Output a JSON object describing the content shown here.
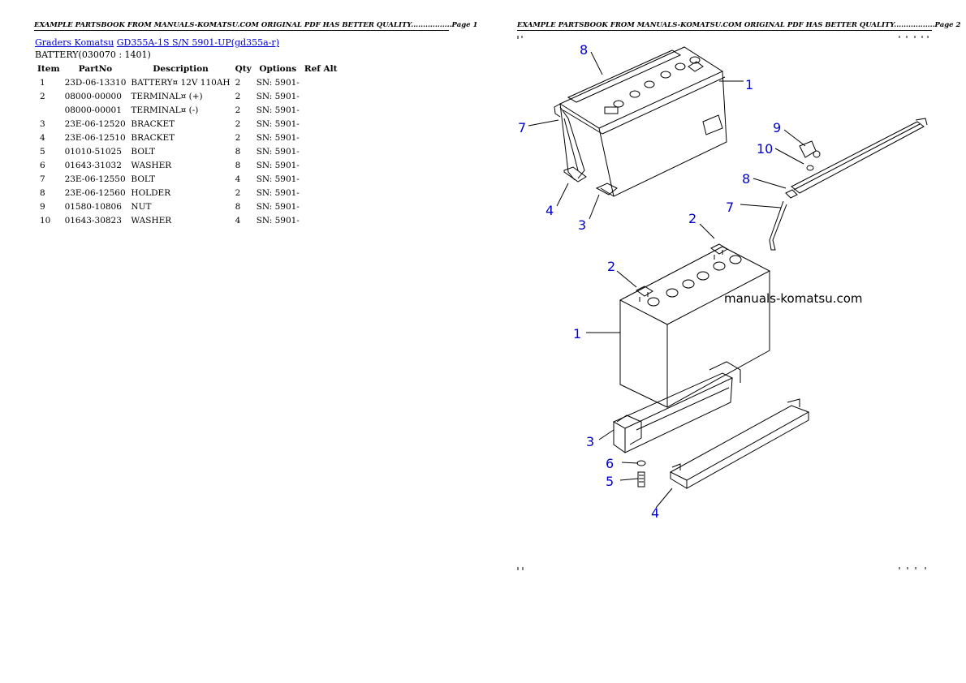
{
  "pages": [
    {
      "header": "EXAMPLE PARTSBOOK FROM MANUALS-KOMATSU.COM ORIGINAL PDF HAS BETTER QUALITY.................Page 1"
    },
    {
      "header": "EXAMPLE PARTSBOOK FROM MANUALS-KOMATSU.COM ORIGINAL PDF HAS BETTER QUALITY.................Page 2"
    }
  ],
  "breadcrumb": {
    "link1": "Graders Komatsu",
    "link2": "GD355A-1S S/N 5901-UP(gd355a-r)"
  },
  "section_title": "BATTERY(030070 : 1401)",
  "table": {
    "headers": [
      "Item",
      "PartNo",
      "Description",
      "Qty",
      "Options",
      "Ref Alt"
    ],
    "rows": [
      {
        "item": "1",
        "part": "23D-06-13310",
        "desc": "BATTERY¤ 12V 110AH",
        "qty": "2",
        "opt": "SN: 5901-",
        "ref": ""
      },
      {
        "item": "2",
        "part": "08000-00000",
        "desc": "TERMINAL¤ (+)",
        "qty": "2",
        "opt": "SN: 5901-",
        "ref": ""
      },
      {
        "item": "",
        "part": "08000-00001",
        "desc": "TERMINAL¤ (-)",
        "qty": "2",
        "opt": "SN: 5901-",
        "ref": ""
      },
      {
        "item": "3",
        "part": "23E-06-12520",
        "desc": "BRACKET",
        "qty": "2",
        "opt": "SN: 5901-",
        "ref": ""
      },
      {
        "item": "4",
        "part": "23E-06-12510",
        "desc": "BRACKET",
        "qty": "2",
        "opt": "SN: 5901-",
        "ref": ""
      },
      {
        "item": "5",
        "part": "01010-51025",
        "desc": "BOLT",
        "qty": "8",
        "opt": "SN: 5901-",
        "ref": ""
      },
      {
        "item": "6",
        "part": "01643-31032",
        "desc": "WASHER",
        "qty": "8",
        "opt": "SN: 5901-",
        "ref": ""
      },
      {
        "item": "7",
        "part": "23E-06-12550",
        "desc": "BOLT",
        "qty": "4",
        "opt": "SN: 5901-",
        "ref": ""
      },
      {
        "item": "8",
        "part": "23E-06-12560",
        "desc": "HOLDER",
        "qty": "2",
        "opt": "SN: 5901-",
        "ref": ""
      },
      {
        "item": "9",
        "part": "01580-10806",
        "desc": "NUT",
        "qty": "8",
        "opt": "SN: 5901-",
        "ref": ""
      },
      {
        "item": "10",
        "part": "01643-30823",
        "desc": "WASHER",
        "qty": "4",
        "opt": "SN: 5901-",
        "ref": ""
      }
    ]
  },
  "diagram": {
    "watermark": "manuals-komatsu.com",
    "callouts": [
      "8",
      "1",
      "7",
      "4",
      "3",
      "9",
      "10",
      "8",
      "7",
      "2",
      "2",
      "1",
      "3",
      "6",
      "5",
      "4"
    ],
    "line_color": "#000000",
    "callout_color": "#0000cc"
  }
}
